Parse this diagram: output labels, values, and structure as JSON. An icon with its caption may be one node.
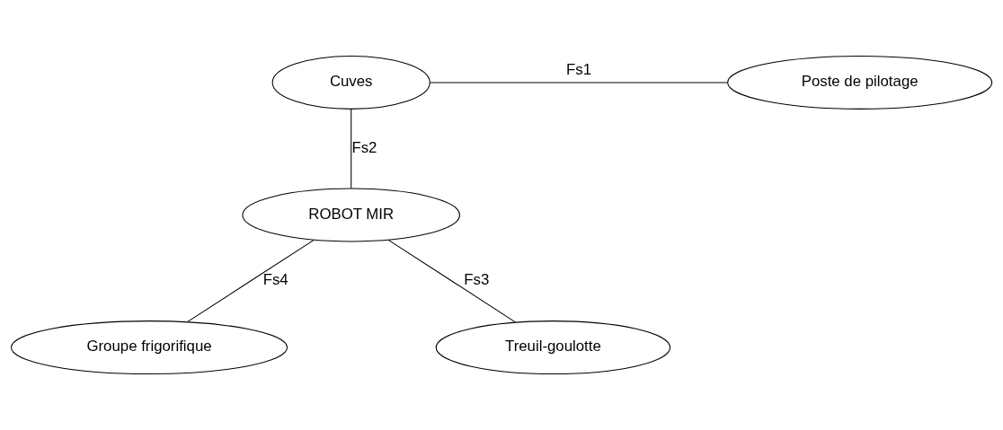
{
  "diagram": {
    "nodes": [
      {
        "text": [
          "Cuves"
        ]
      },
      {
        "text": [
          "Poste de pilotage"
        ]
      },
      {
        "text": [
          "ROBOT MIR"
        ]
      },
      {
        "text": [
          "Treuil-goulotte"
        ]
      },
      {
        "text": [
          "Groupe frigorifique"
        ]
      }
    ],
    "edges": [
      {
        "from": 0,
        "to": 1,
        "arrow": "none",
        "label": "Fs1"
      },
      {
        "from": 0,
        "to": 2,
        "arrow": "none",
        "label": "Fs2"
      },
      {
        "from": 3,
        "to": 2,
        "arrow": "none",
        "label": "Fs3"
      },
      {
        "from": 2,
        "to": 4,
        "arrow": "none",
        "label": "Fs4"
      }
    ]
  }
}
